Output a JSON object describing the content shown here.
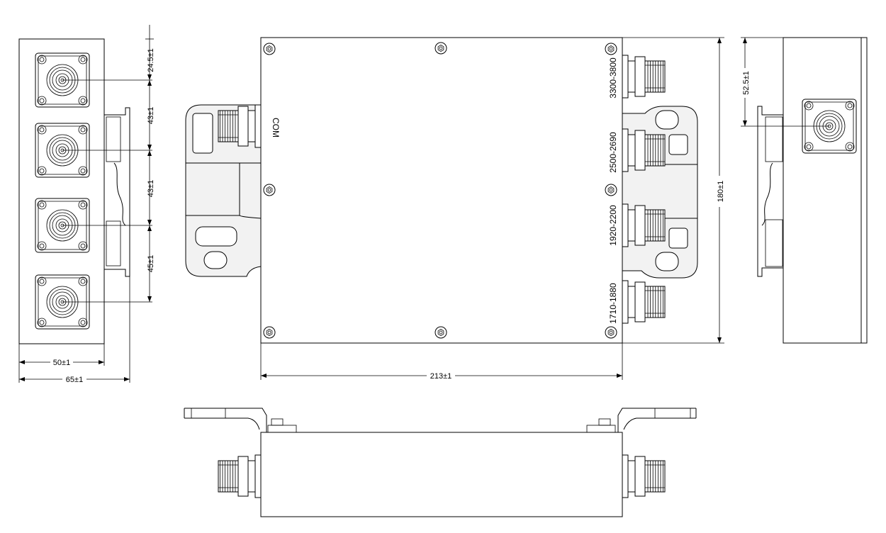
{
  "labels": {
    "com": "COM",
    "port_1": "3300-3800",
    "port_2": "2500-2690",
    "port_3": "1920-2200",
    "port_4": "1710-1880"
  },
  "dimensions": {
    "pitch_top": "24.5±1",
    "pitch_1": "43±1",
    "pitch_2": "43±1",
    "pitch_3": "45±1",
    "depth_inner": "50±1",
    "depth_outer": "65±1",
    "length": "213±1",
    "height": "180±1",
    "com_offset": "52.5±1"
  },
  "colors": {
    "line": "#000000",
    "background": "#ffffff",
    "fill": "#f2f2f2"
  }
}
